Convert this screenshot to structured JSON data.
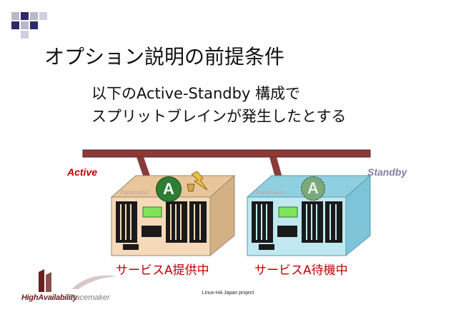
{
  "slide": {
    "title": "オプション説明の前提条件",
    "subtitle_line1": "以下のActive-Standby 構成で",
    "subtitle_line2": "スプリットブレインが発生したとする"
  },
  "nodes": {
    "active": {
      "role_label": "Active",
      "service_label": "サービスA提供中",
      "resource_letter": "A",
      "brand": "Pacemaker"
    },
    "standby": {
      "role_label": "Standby",
      "service_label": "サービスA待機中",
      "resource_letter": "A",
      "brand": "Pacemaker"
    }
  },
  "footer": {
    "credit": "Linux-HA Japan project",
    "logo_ha_text": "HighAvailability",
    "logo_pm_text": "Pacemaker"
  },
  "colors": {
    "accent_red": "#c00000",
    "network_bar": "#8b3a3a",
    "active_server": "#f5d9b8",
    "standby_server": "#bfe8f0",
    "resource_green": "#2e7d32",
    "standby_label": "#7f7fa8",
    "corner_blue": "#2b2b6b",
    "corner_gray": "#b8b8c8"
  },
  "icons": [
    "corner-squares-decoration",
    "network-bar",
    "broken-link-lightning-icon",
    "resource-a-icon",
    "server-box",
    "ha-logo",
    "pacemaker-logo"
  ]
}
